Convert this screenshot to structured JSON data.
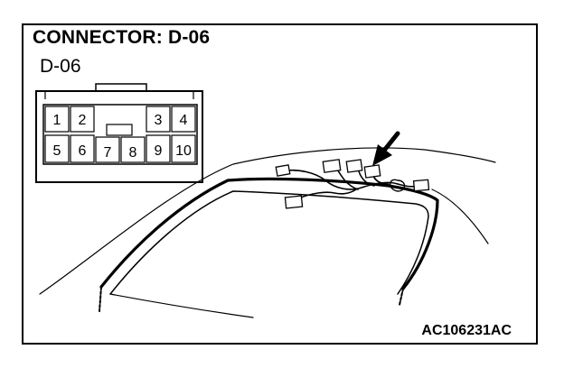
{
  "title": "CONNECTOR: D-06",
  "connector_label": "D-06",
  "reference_code": "AC106231AC",
  "connector_pins": [
    "1",
    "2",
    "3",
    "4",
    "5",
    "6",
    "7",
    "8",
    "9",
    "10"
  ]
}
